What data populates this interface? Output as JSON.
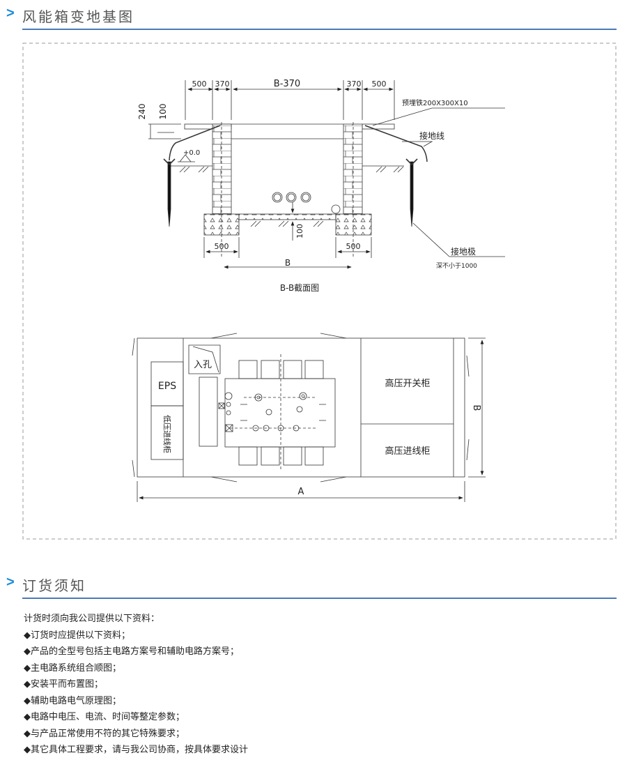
{
  "section1": {
    "arrow": ">",
    "title": "风能箱变地基图"
  },
  "section_view": {
    "dims_top": [
      "500",
      "370",
      "B-370",
      "370",
      "500"
    ],
    "dim_240": "240",
    "dim_100_top": "100",
    "level": "+0.0",
    "embedded_iron": "预埋铁200X300X10",
    "ground_wire": "接地线",
    "ground_rod": "接地极",
    "ground_rod_depth": "深不小于1000",
    "dim_100_bottom": "100",
    "dims_bottom": [
      "500",
      "500"
    ],
    "dim_B": "B",
    "caption": "B-B截面图"
  },
  "plan_view": {
    "manhole": "入孔",
    "eps": "EPS",
    "lv_incoming": "低压进线柜",
    "hv_switch": "高压开关柜",
    "hv_incoming": "高压进线柜",
    "dim_A": "A",
    "dim_B": "B"
  },
  "section2": {
    "arrow": ">",
    "title": "订货须知"
  },
  "notes": [
    "计货时须向我公司提供以下资料：",
    "◆订货时应提供以下资料；",
    "◆产品的全型号包括主电路方案号和辅助电路方案号；",
    "◆主电路系统组合顺图；",
    "◆安装平而布置图；",
    "◆辅助电路电气原理图；",
    "◆电路中电压、电流、时间等整定参数；",
    "◆与产品正常使用不符的其它特殊要求；",
    "◆其它具体工程要求，请与我公司协商，按具体要求设计"
  ]
}
